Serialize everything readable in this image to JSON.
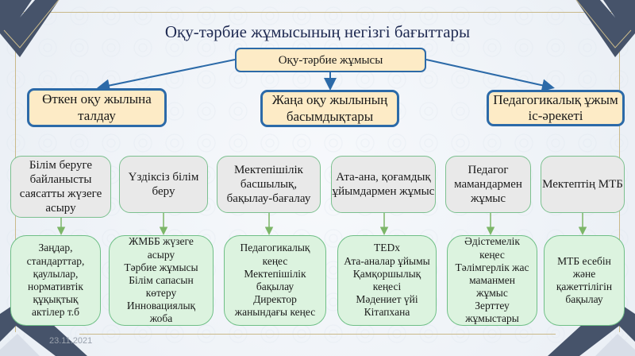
{
  "title": "Оқу-тәрбие жұмысының негізгі бағыттары",
  "root": "Оқу-тәрбие жұмысы",
  "level1": [
    {
      "label": "Өткен оқу жылына талдау"
    },
    {
      "label": "Жаңа оқу жылының басымдықтары"
    },
    {
      "label": "Педагогикалық ұжым іс-әрекеті"
    }
  ],
  "level2": [
    {
      "label": "Білім беруге байланысты саясатты жүзеге асыру",
      "details": [
        "Заңдар,",
        "стандарттар,",
        "қаулылар,",
        "нормативтік",
        "құқықтық",
        "актілер т.б"
      ]
    },
    {
      "label": "Үздіксіз білім беру",
      "details": [
        "ЖМББ жүзеге",
        "асыру",
        "Тәрбие жұмысы",
        "Білім сапасын",
        "көтеру",
        "Инновациялық",
        "жоба"
      ]
    },
    {
      "label": "Мектепішілік басшылық, бақылау-бағалау",
      "details": [
        "Педагогикалық",
        "кеңес",
        "Мектепішілік",
        "бақылау",
        "Директор",
        "жанындағы кеңес"
      ]
    },
    {
      "label": "Ата-ана, қоғамдық ұйымдармен жұмыс",
      "details": [
        "TEDx",
        "Ата-аналар ұйымы",
        "Қамқоршылық",
        "кеңесі",
        "Мәдениет үйі",
        "Кітапхана"
      ]
    },
    {
      "label": "Педагог мамандармен жұмыс",
      "details": [
        "Әдістемелік",
        "кеңес",
        "Тәлімгерлік жас",
        "маманмен",
        "жұмыс",
        "Зерттеу",
        "жұмыстары"
      ]
    },
    {
      "label": "Мектептің МТБ",
      "details": [
        "МТБ есебін",
        "және",
        "қажеттілігін",
        "бақылау"
      ]
    }
  ],
  "footer_date": "23.11.2021",
  "colors": {
    "title": "#1f2a52",
    "accent_blue": "#2c6aa8",
    "box_yellow": "#fdebc6",
    "box_gray": "#e9e9e9",
    "box_green": "#dcf3df",
    "arrow_green": "#7cb668",
    "frame_dark": "#46536a"
  }
}
